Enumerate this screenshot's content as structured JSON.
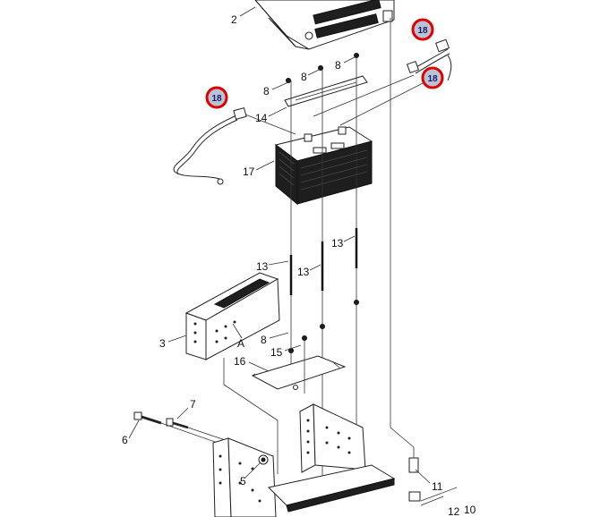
{
  "labels": {
    "l2": "2",
    "l8a": "8",
    "l8b": "8",
    "l8c": "8",
    "l14": "14",
    "l17": "17",
    "l13a": "13",
    "l13b": "13",
    "l13c": "13",
    "l3": "3",
    "lA": "A",
    "l8d": "8",
    "l15": "15",
    "l16": "16",
    "l7": "7",
    "l6": "6",
    "l5": "5",
    "l11": "11",
    "l12": "12",
    "l10": "10"
  },
  "callouts": {
    "c1": "18",
    "c2": "18",
    "c3": "18"
  },
  "colors": {
    "callout_ring": "#e00000",
    "callout_fill": "#b9c3d6"
  }
}
